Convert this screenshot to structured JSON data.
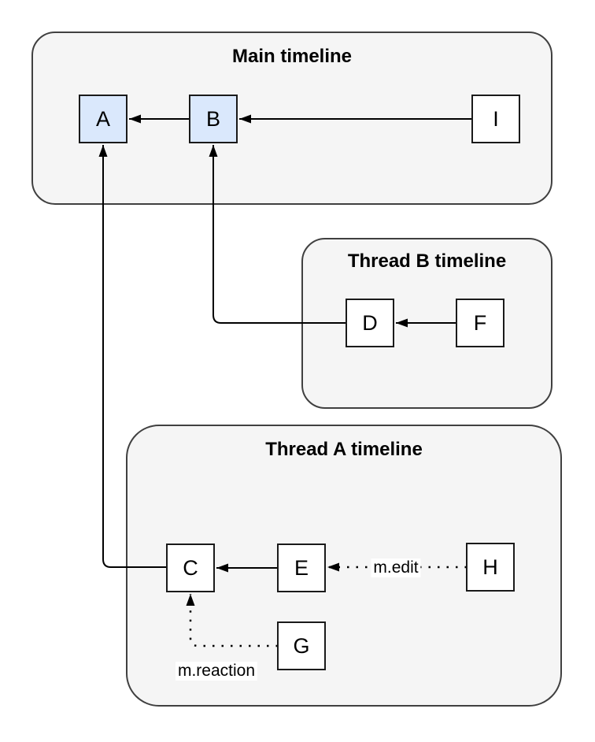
{
  "containers": {
    "main": {
      "title": "Main timeline"
    },
    "thread_b": {
      "title": "Thread B timeline"
    },
    "thread_a": {
      "title": "Thread A timeline"
    }
  },
  "nodes": {
    "a": {
      "label": "A",
      "timeline": "main",
      "highlighted": true
    },
    "b": {
      "label": "B",
      "timeline": "main",
      "highlighted": true
    },
    "i": {
      "label": "I",
      "timeline": "main",
      "highlighted": false
    },
    "d": {
      "label": "D",
      "timeline": "thread_b",
      "highlighted": false
    },
    "f": {
      "label": "F",
      "timeline": "thread_b",
      "highlighted": false
    },
    "c": {
      "label": "C",
      "timeline": "thread_a",
      "highlighted": false
    },
    "e": {
      "label": "E",
      "timeline": "thread_a",
      "highlighted": false
    },
    "g": {
      "label": "G",
      "timeline": "thread_a",
      "highlighted": false
    },
    "h": {
      "label": "H",
      "timeline": "thread_a",
      "highlighted": false
    }
  },
  "edges": {
    "b_to_a": {
      "from": "B",
      "to": "A",
      "style": "solid"
    },
    "i_to_b": {
      "from": "I",
      "to": "B",
      "style": "solid"
    },
    "f_to_d": {
      "from": "F",
      "to": "D",
      "style": "solid"
    },
    "d_to_b": {
      "from": "D",
      "to": "B",
      "style": "solid"
    },
    "e_to_c": {
      "from": "E",
      "to": "C",
      "style": "solid"
    },
    "c_to_a": {
      "from": "C",
      "to": "A",
      "style": "solid"
    },
    "h_to_e": {
      "from": "H",
      "to": "E",
      "style": "dotted",
      "label": "m.edit"
    },
    "g_to_c": {
      "from": "G",
      "to": "C",
      "style": "dotted",
      "label": "m.reaction"
    }
  },
  "colors": {
    "canvas_bg": "#ffffff",
    "container_fill": "#f5f5f5",
    "container_stroke": "#404040",
    "node_fill": "#ffffff",
    "node_stroke": "#1a1a1a",
    "highlight_fill": "#dae8fc",
    "connector": "#000000",
    "label_bg": "#ffffff",
    "text": "#000000"
  }
}
